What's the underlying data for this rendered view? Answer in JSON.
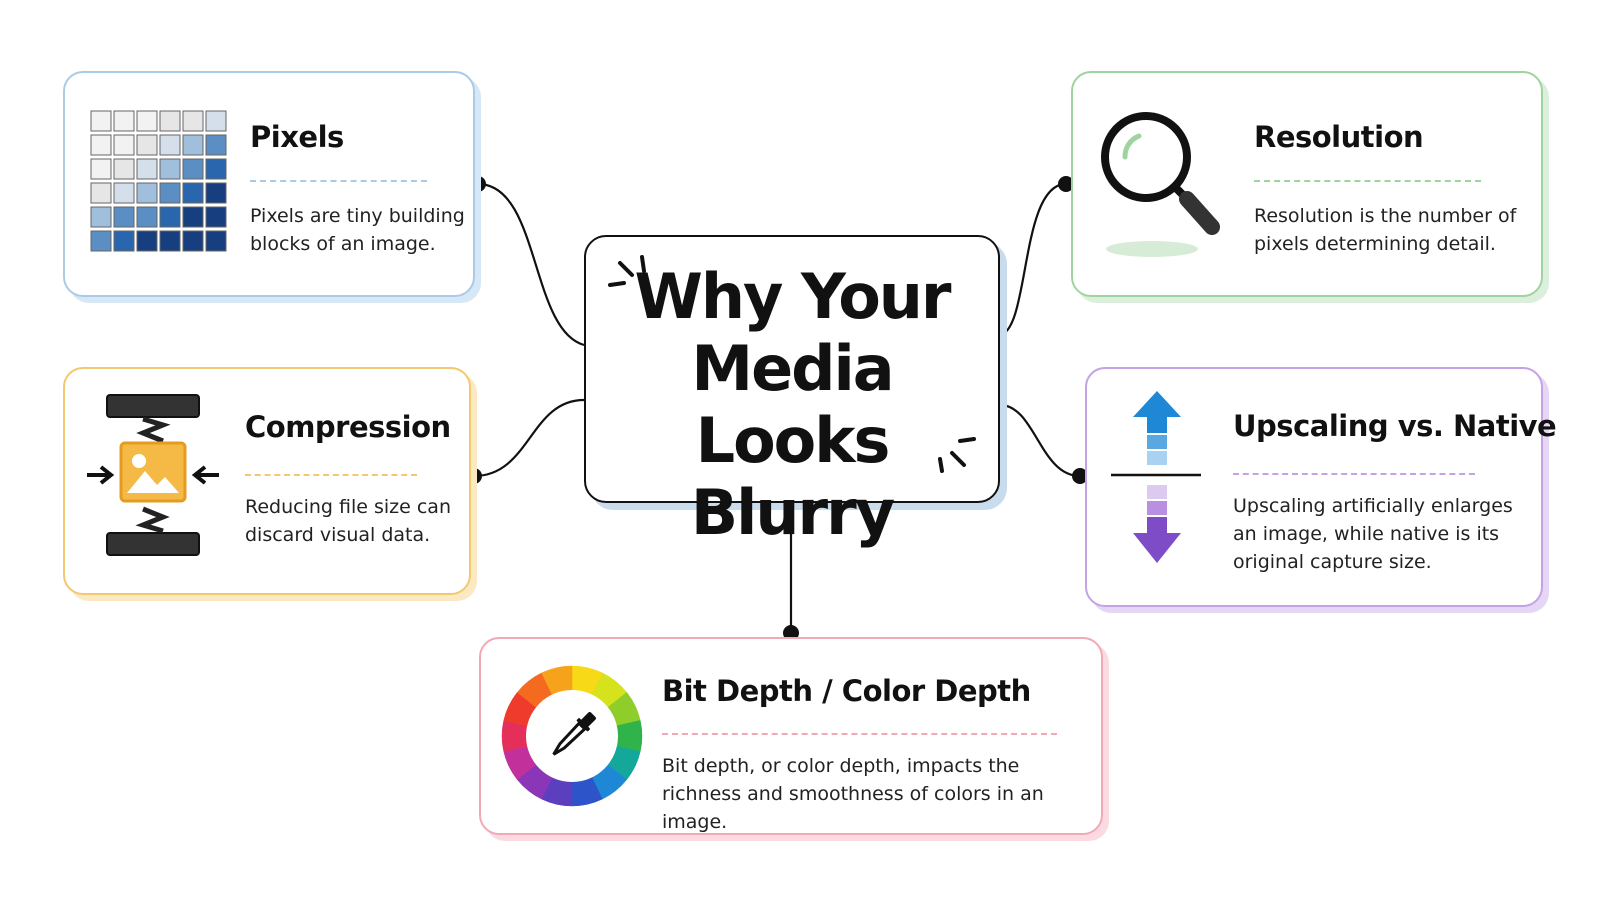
{
  "central": {
    "title": "Why Your\nMedia Looks\nBlurry"
  },
  "nodes": {
    "pixels": {
      "title": "Pixels",
      "description": "Pixels are tiny building blocks of an image.",
      "accent": "#a9cbe8"
    },
    "resolution": {
      "title": "Resolution",
      "description": "Resolution is the number of pixels determining detail.",
      "accent": "#9fd39f"
    },
    "compression": {
      "title": "Compression",
      "description": "Reducing file size can discard visual data.",
      "accent": "#f3c96f"
    },
    "upscaling": {
      "title": "Upscaling vs. Native",
      "description": "Upscaling artificially enlarges an image, while native is its original capture size.",
      "accent": "#c4a2e3"
    },
    "bitdepth": {
      "title": "Bit Depth / Color Depth",
      "description": "Bit depth, or color depth, impacts the richness and smoothness of colors in an image.",
      "accent": "#f2a9b6"
    }
  },
  "icons": {
    "pixels": "pixel-grid-icon",
    "resolution": "magnifying-glass-icon",
    "compression": "compression-clamp-icon",
    "upscaling": "up-down-arrows-icon",
    "bitdepth": "color-wheel-eyedropper-icon"
  }
}
